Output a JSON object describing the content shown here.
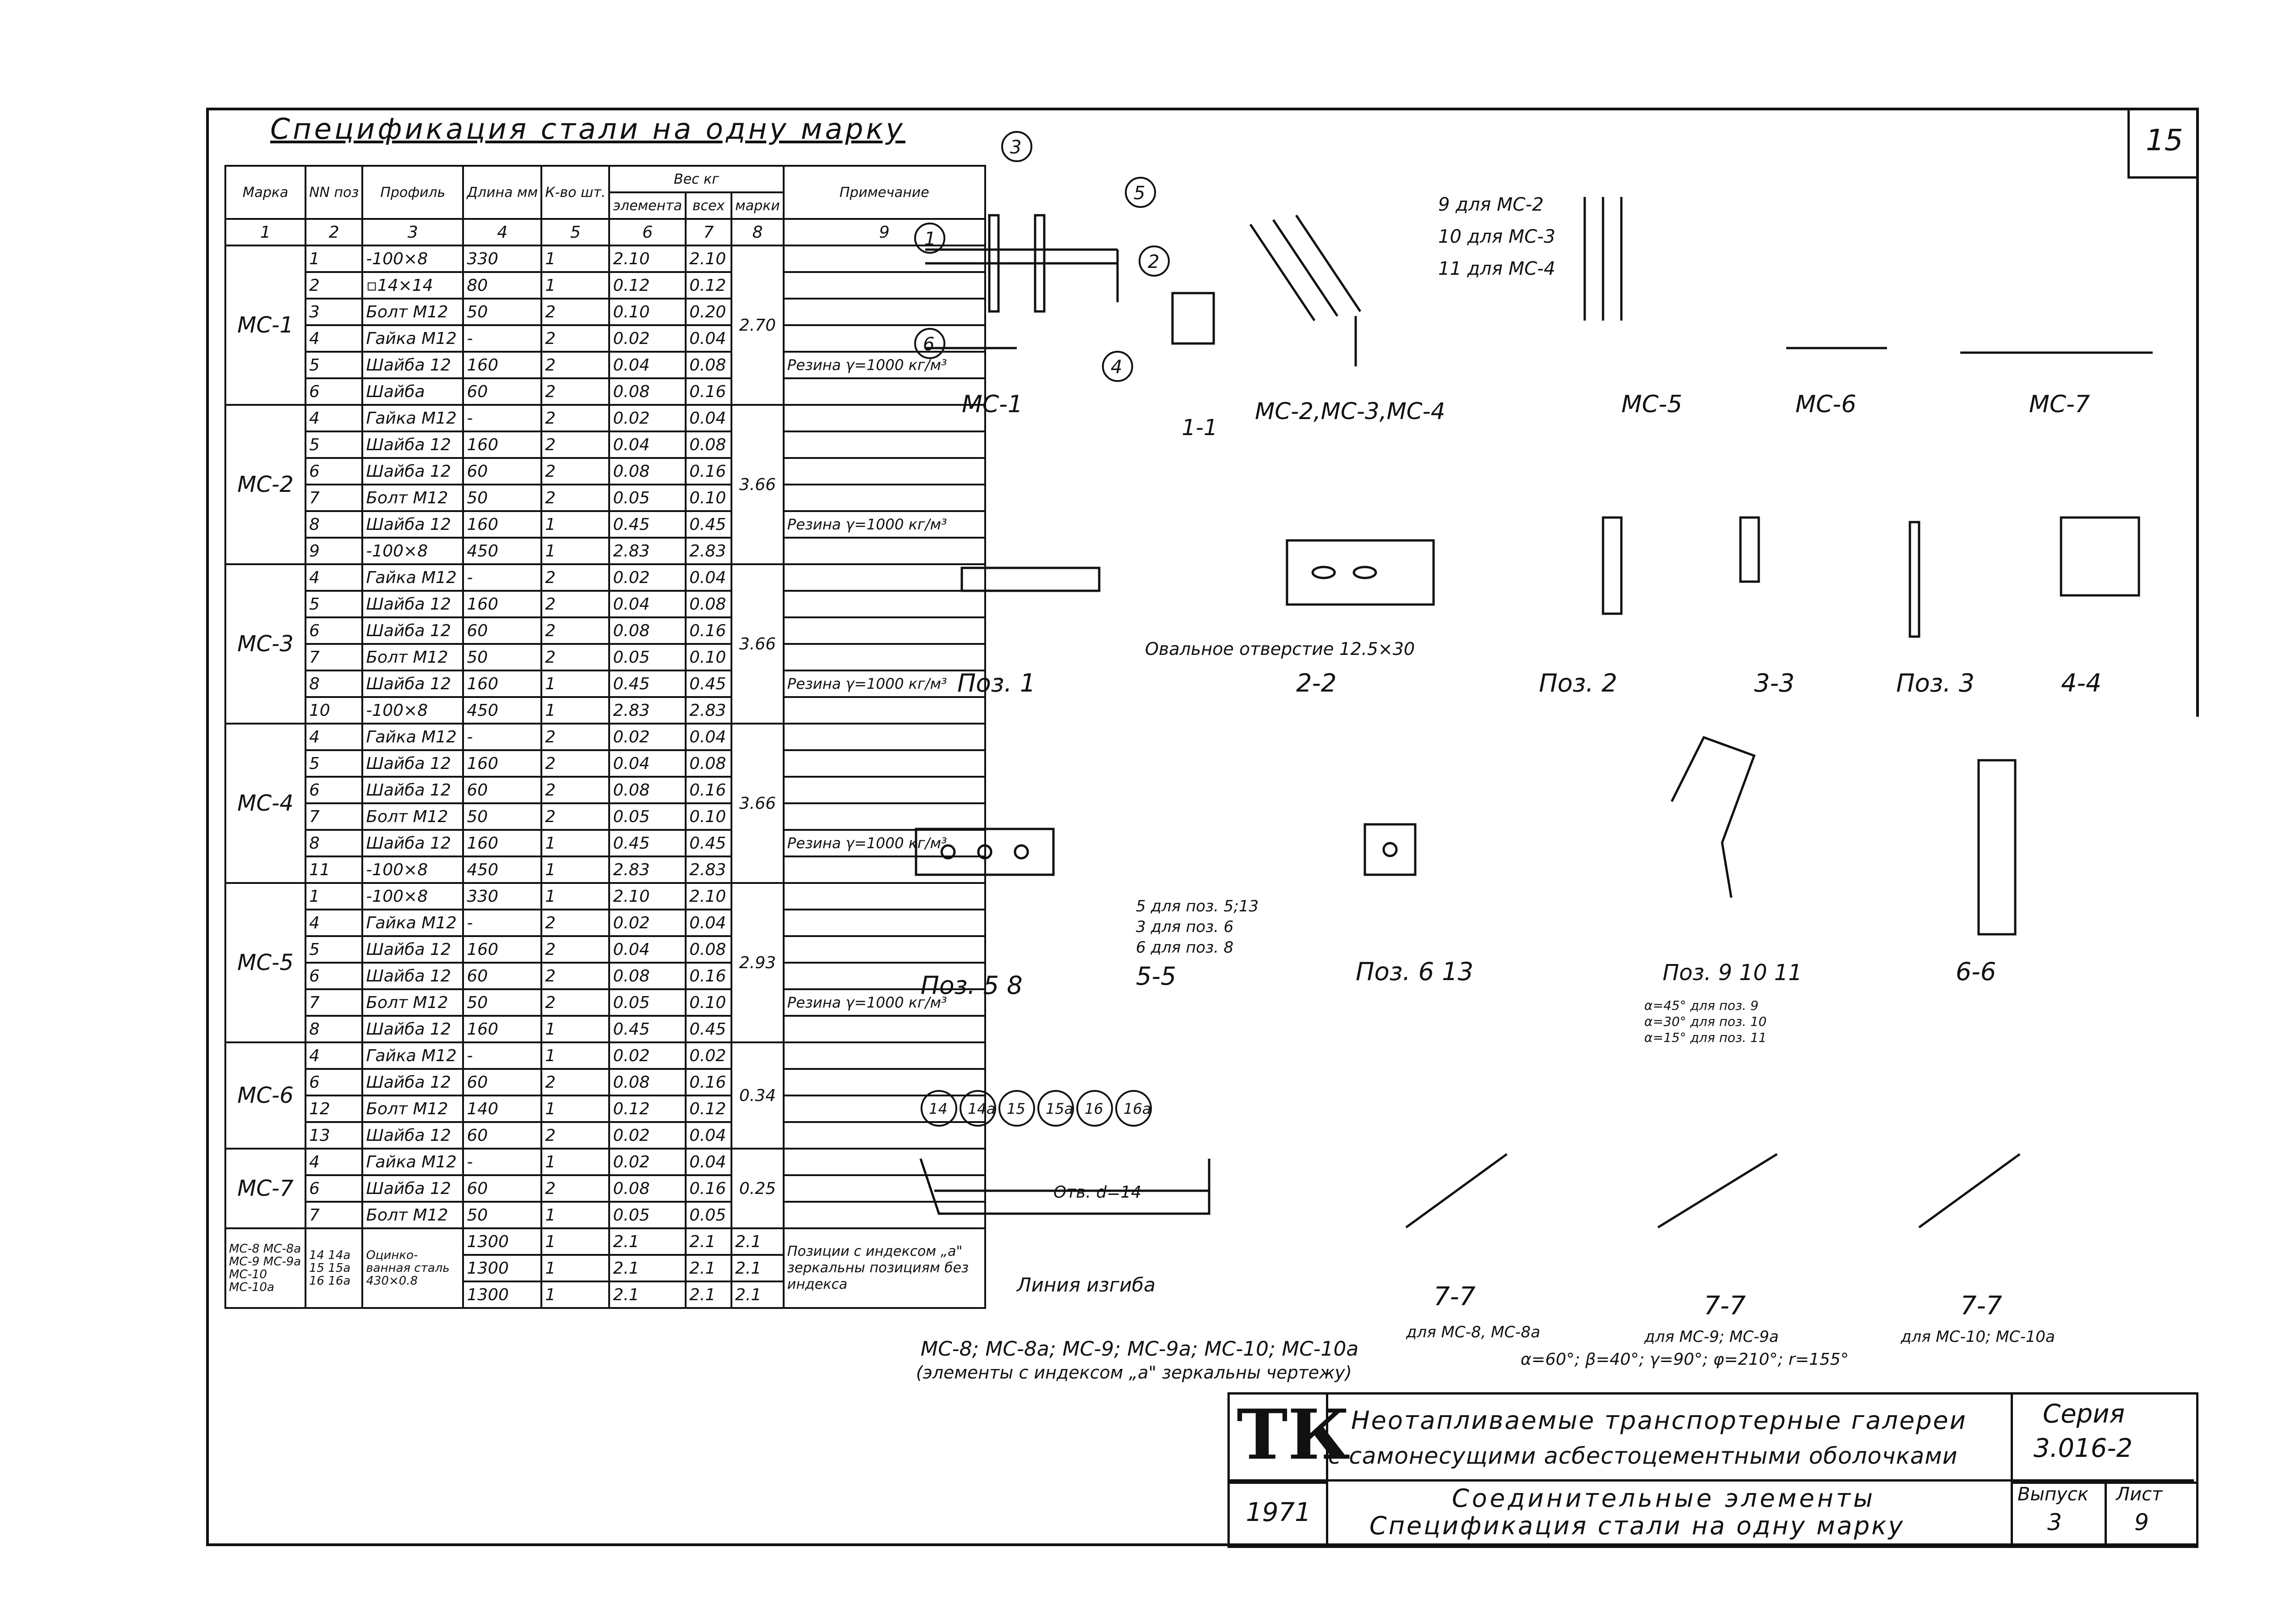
{
  "sheet_number": "15",
  "spec": {
    "title": "Спецификация стали на одну марку",
    "headers": {
      "mark": "Марка",
      "pos": "NN поз",
      "profile": "Профиль",
      "length": "Длина мм",
      "qty": "К-во шт.",
      "weight": "Вес кг",
      "w_elem": "элемента",
      "w_all": "всех",
      "w_mark": "марки",
      "note": "Примечание"
    },
    "col_numbers": [
      "1",
      "2",
      "3",
      "4",
      "5",
      "6",
      "7",
      "8",
      "9"
    ],
    "groups": [
      {
        "mark": "МС-1",
        "total": "2.70",
        "note": "Резина γ=1000 кг/м³",
        "rows": [
          [
            "1",
            "-100×8",
            "330",
            "1",
            "2.10",
            "2.10"
          ],
          [
            "2",
            "▫14×14",
            "80",
            "1",
            "0.12",
            "0.12"
          ],
          [
            "3",
            "Болт М12",
            "50",
            "2",
            "0.10",
            "0.20"
          ],
          [
            "4",
            "Гайка М12",
            "-",
            "2",
            "0.02",
            "0.04"
          ],
          [
            "5",
            "Шайба 12",
            "160",
            "2",
            "0.04",
            "0.08"
          ],
          [
            "6",
            "Шайба",
            "60",
            "2",
            "0.08",
            "0.16"
          ]
        ]
      },
      {
        "mark": "МС-2",
        "total": "3.66",
        "note": "Резина γ=1000 кг/м³",
        "rows": [
          [
            "4",
            "Гайка М12",
            "-",
            "2",
            "0.02",
            "0.04"
          ],
          [
            "5",
            "Шайба 12",
            "160",
            "2",
            "0.04",
            "0.08"
          ],
          [
            "6",
            "Шайба 12",
            "60",
            "2",
            "0.08",
            "0.16"
          ],
          [
            "7",
            "Болт М12",
            "50",
            "2",
            "0.05",
            "0.10"
          ],
          [
            "8",
            "Шайба 12",
            "160",
            "1",
            "0.45",
            "0.45"
          ],
          [
            "9",
            "-100×8",
            "450",
            "1",
            "2.83",
            "2.83"
          ]
        ]
      },
      {
        "mark": "МС-3",
        "total": "3.66",
        "note": "Резина γ=1000 кг/м³",
        "rows": [
          [
            "4",
            "Гайка М12",
            "-",
            "2",
            "0.02",
            "0.04"
          ],
          [
            "5",
            "Шайба 12",
            "160",
            "2",
            "0.04",
            "0.08"
          ],
          [
            "6",
            "Шайба 12",
            "60",
            "2",
            "0.08",
            "0.16"
          ],
          [
            "7",
            "Болт М12",
            "50",
            "2",
            "0.05",
            "0.10"
          ],
          [
            "8",
            "Шайба 12",
            "160",
            "1",
            "0.45",
            "0.45"
          ],
          [
            "10",
            "-100×8",
            "450",
            "1",
            "2.83",
            "2.83"
          ]
        ]
      },
      {
        "mark": "МС-4",
        "total": "3.66",
        "note": "Резина γ=1000 кг/м³",
        "rows": [
          [
            "4",
            "Гайка М12",
            "-",
            "2",
            "0.02",
            "0.04"
          ],
          [
            "5",
            "Шайба 12",
            "160",
            "2",
            "0.04",
            "0.08"
          ],
          [
            "6",
            "Шайба 12",
            "60",
            "2",
            "0.08",
            "0.16"
          ],
          [
            "7",
            "Болт М12",
            "50",
            "2",
            "0.05",
            "0.10"
          ],
          [
            "8",
            "Шайба 12",
            "160",
            "1",
            "0.45",
            "0.45"
          ],
          [
            "11",
            "-100×8",
            "450",
            "1",
            "2.83",
            "2.83"
          ]
        ]
      },
      {
        "mark": "МС-5",
        "total": "2.93",
        "note": "Резина γ=1000 кг/м³",
        "rows": [
          [
            "1",
            "-100×8",
            "330",
            "1",
            "2.10",
            "2.10"
          ],
          [
            "4",
            "Гайка М12",
            "-",
            "2",
            "0.02",
            "0.04"
          ],
          [
            "5",
            "Шайба 12",
            "160",
            "2",
            "0.04",
            "0.08"
          ],
          [
            "6",
            "Шайба 12",
            "60",
            "2",
            "0.08",
            "0.16"
          ],
          [
            "7",
            "Болт М12",
            "50",
            "2",
            "0.05",
            "0.10"
          ],
          [
            "8",
            "Шайба 12",
            "160",
            "1",
            "0.45",
            "0.45"
          ]
        ]
      },
      {
        "mark": "МС-6",
        "total": "0.34",
        "note": "Резина γ=1000 кг/м³",
        "rows": [
          [
            "4",
            "Гайка М12",
            "-",
            "1",
            "0.02",
            "0.02"
          ],
          [
            "6",
            "Шайба 12",
            "60",
            "2",
            "0.08",
            "0.16"
          ],
          [
            "12",
            "Болт М12",
            "140",
            "1",
            "0.12",
            "0.12"
          ],
          [
            "13",
            "Шайба 12",
            "60",
            "2",
            "0.02",
            "0.04"
          ]
        ]
      },
      {
        "mark": "МС-7",
        "total": "0.25",
        "note": "",
        "rows": [
          [
            "4",
            "Гайка М12",
            "-",
            "1",
            "0.02",
            "0.04"
          ],
          [
            "6",
            "Шайба 12",
            "60",
            "2",
            "0.08",
            "0.16"
          ],
          [
            "7",
            "Болт М12",
            "50",
            "1",
            "0.05",
            "0.05"
          ]
        ]
      }
    ],
    "galv": {
      "marks": "МС-8 МС-8а МС-9 МС-9а МС-10 МС-10а",
      "pos": "14 14а 15 15а 16 16а",
      "profile": "Оцинко-ванная сталь 430×0.8",
      "rows": [
        [
          "1300",
          "1",
          "2.1",
          "2.1",
          "2.1"
        ],
        [
          "1300",
          "1",
          "2.1",
          "2.1",
          "2.1"
        ],
        [
          "1300",
          "1",
          "2.1",
          "2.1",
          "2.1"
        ]
      ],
      "note": "Позиции с индексом „а\" зеркальны позициям без индекса"
    }
  },
  "drawings": {
    "top_labels": [
      "МС-1",
      "1-1",
      "МС-2,МС-3,МС-4",
      "МС-5",
      "МС-6",
      "МС-7"
    ],
    "legend_mc": [
      "9 для МС-2",
      "10 для МС-3",
      "11 для МС-4"
    ],
    "pos_labels": [
      "Поз. 1",
      "2-2",
      "Поз. 2",
      "3-3",
      "Поз. 3",
      "4-4"
    ],
    "oval_note": "Овальное отверстие 12.5×30",
    "mid_labels": [
      "Поз. 5 8",
      "5-5",
      "Поз. 6 13",
      "Поз. 9 10 11",
      "6-6"
    ],
    "for_pos": [
      "5 для поз. 5;13",
      "3 для поз. 6",
      "6 для поз. 8"
    ],
    "angles_note": [
      "α=45° для поз. 9",
      "α=30° для поз. 10",
      "α=15° для поз. 11"
    ],
    "bottom_title": "МС-8; МС-8а; МС-9; МС-9а; МС-10; МС-10а",
    "bottom_sub": "(элементы с индексом „а\" зеркальны чертежу)",
    "bend_line": "Линия изгиба",
    "hole": "Отв. d=14",
    "sec77": [
      "7-7",
      "7-7",
      "7-7"
    ],
    "sec77_notes": [
      "для МС-8, МС-8а",
      "для МС-9; МС-9а",
      "для МС-10; МС-10а"
    ],
    "angles_line": "α=60°; β=40°; γ=90°; φ=210°; r=155°",
    "circle_refs": [
      "14",
      "14а",
      "15",
      "15а",
      "16",
      "16а"
    ]
  },
  "titleblock": {
    "logo": "ТК",
    "title_line1": "Неотапливаемые транспортерные галереи",
    "title_line2": "с самонесущими асбестоцементными оболочками",
    "series_label": "Серия",
    "series_value": "3.016-2",
    "year": "1971",
    "sheet_title1": "Соединительные элементы",
    "sheet_title2": "Спецификация стали на одну марку",
    "issue_label": "Выпуск",
    "issue_value": "3",
    "sheet_label": "Лист",
    "sheet_value": "9"
  }
}
